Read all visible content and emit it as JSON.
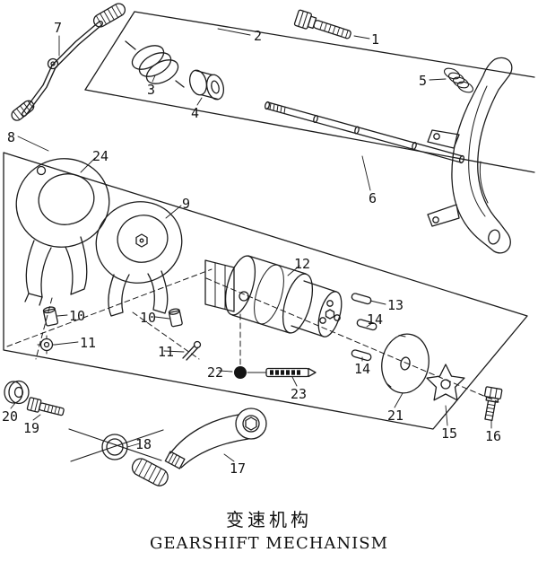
{
  "title": {
    "chinese": "变速机构",
    "english": "GEARSHIFT MECHANISM"
  },
  "colors": {
    "line": "#1c1c1c",
    "background": "#ffffff",
    "detent_ball": "#141414"
  },
  "labels": [
    {
      "text": "7"
    },
    {
      "text": "2"
    },
    {
      "text": "1"
    },
    {
      "text": "3"
    },
    {
      "text": "4"
    },
    {
      "text": "5"
    },
    {
      "text": "8"
    },
    {
      "text": "24"
    },
    {
      "text": "9"
    },
    {
      "text": "6"
    },
    {
      "text": "12"
    },
    {
      "text": "10"
    },
    {
      "text": "10"
    },
    {
      "text": "13"
    },
    {
      "text": "14"
    },
    {
      "text": "11"
    },
    {
      "text": "11"
    },
    {
      "text": "14"
    },
    {
      "text": "22"
    },
    {
      "text": "23"
    },
    {
      "text": "21"
    },
    {
      "text": "15"
    },
    {
      "text": "16"
    },
    {
      "text": "20"
    },
    {
      "text": "19"
    },
    {
      "text": "18"
    },
    {
      "text": "17"
    }
  ]
}
